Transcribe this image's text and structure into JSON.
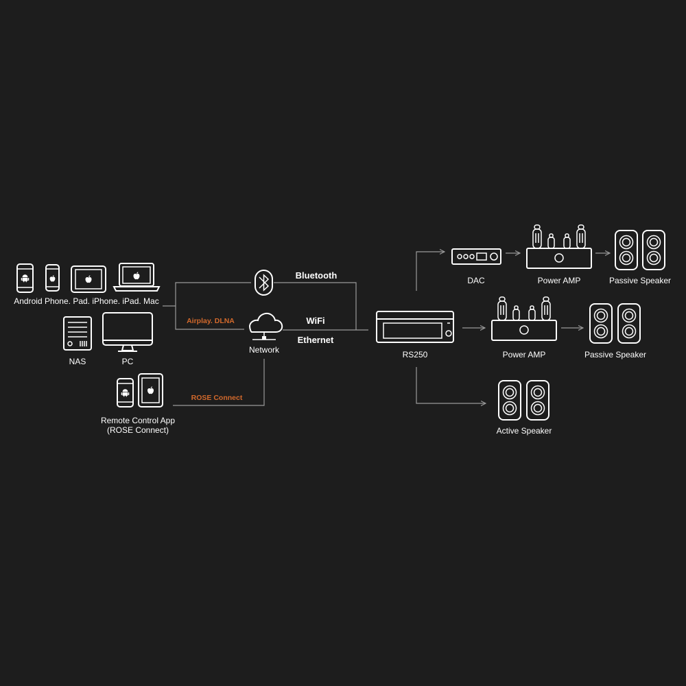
{
  "sources": {
    "mobile_label": "Android Phone. Pad. iPhone. iPad. Mac",
    "nas_label": "NAS",
    "pc_label": "PC",
    "remote_label_line1": "Remote Control App",
    "remote_label_line2": "(ROSE Connect)"
  },
  "connections": {
    "bluetooth": "Bluetooth",
    "wifi": "WiFi",
    "ethernet": "Ethernet",
    "airplay_dlna": "Airplay. DLNA",
    "rose_connect": "ROSE Connect"
  },
  "network_label": "Network",
  "device_label": "RS250",
  "outputs": {
    "dac": "DAC",
    "power_amp_1": "Power AMP",
    "passive_speaker_1": "Passive Speaker",
    "power_amp_2": "Power AMP",
    "passive_speaker_2": "Passive Speaker",
    "active_speaker": "Active Speaker"
  },
  "colors": {
    "background": "#1d1d1d",
    "icon": "#ffffff",
    "line": "#9a9a9a",
    "accent": "#d2692c"
  },
  "icons": [
    "android-icon",
    "apple-icon",
    "bluetooth-icon",
    "cloud-network-icon",
    "nas-icon",
    "monitor-icon",
    "tablet-icon",
    "laptop-icon",
    "dac-icon",
    "amplifier-icon",
    "speaker-icon",
    "streamer-icon"
  ]
}
